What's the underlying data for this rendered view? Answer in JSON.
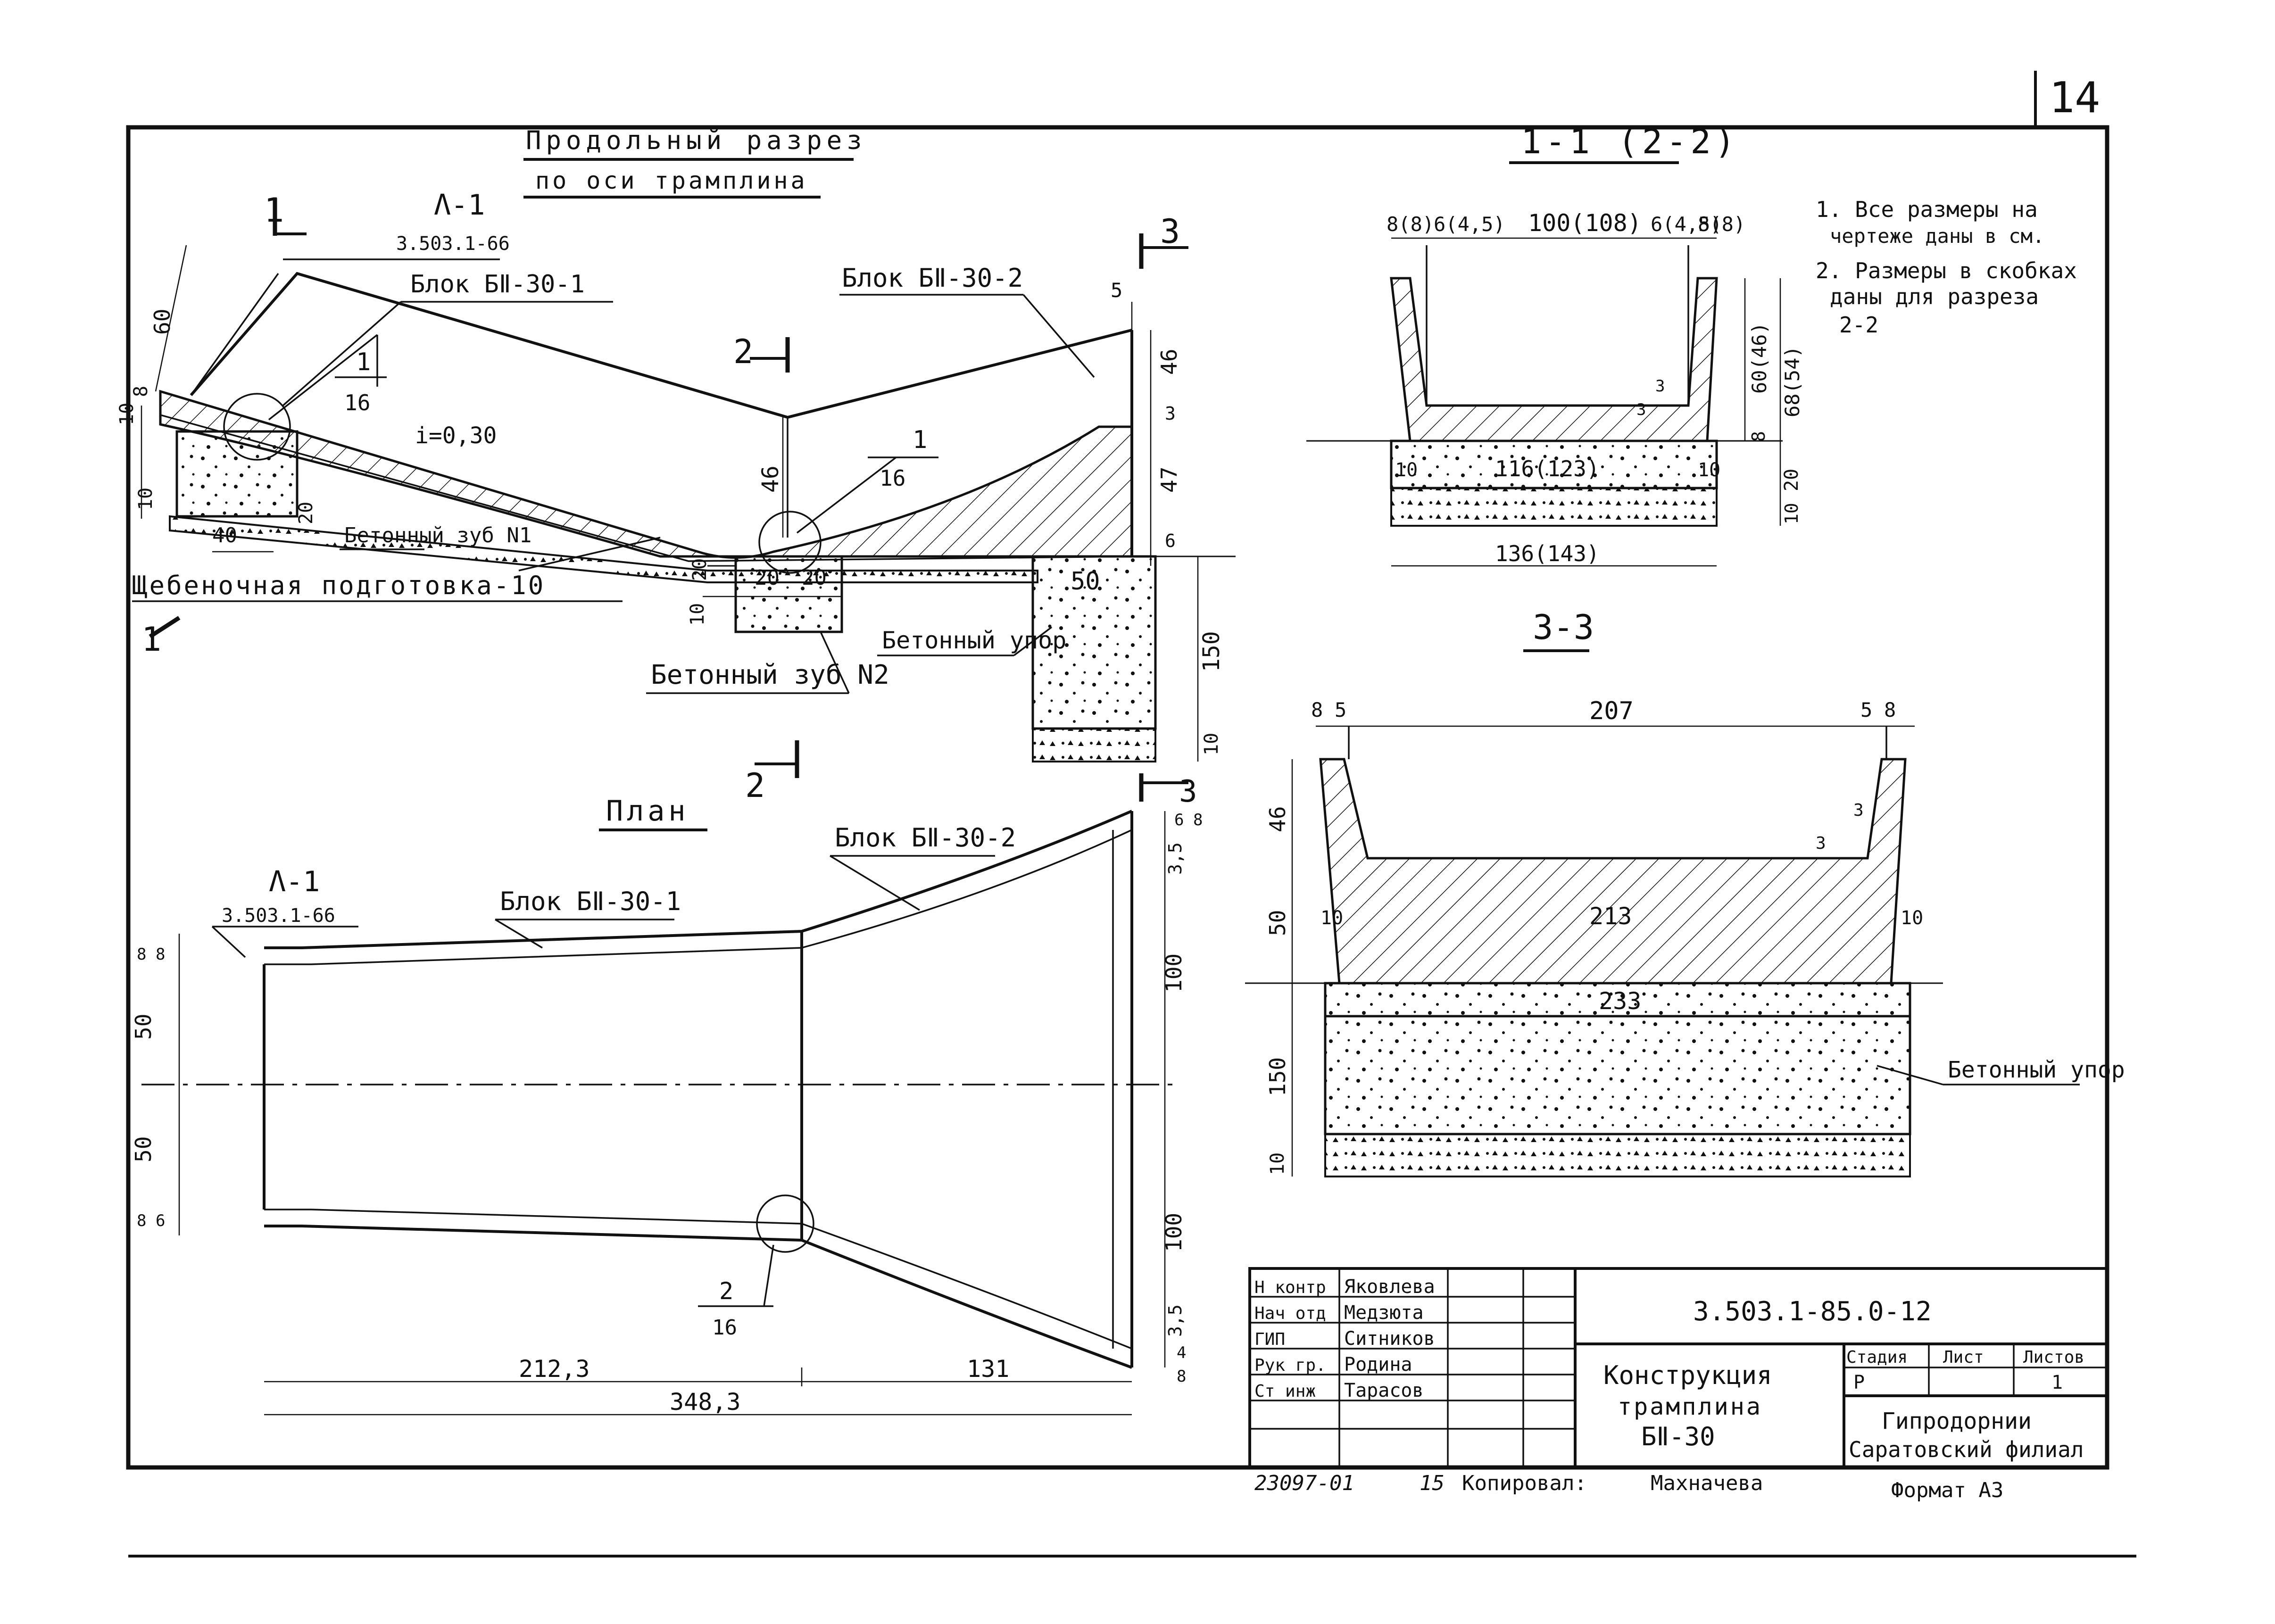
{
  "sheet": {
    "number": "14",
    "border": "#111111",
    "paper": "#ffffff"
  },
  "long_section": {
    "title_line1": "Продольный разрез",
    "title_line2": "по оси трамплина",
    "ref_a1": "Λ-1",
    "ref_a1_doc": "3.503.1-66",
    "block1": "Блок БⅡ-30-1",
    "block2": "Блок БⅡ-30-2",
    "callout1_num": "1",
    "callout1_den": "16",
    "callout1b_num": "1",
    "callout1b_den": "16",
    "slope": "i=0,30",
    "tooth1": "Бетонный зуб N1",
    "tooth2": "Бетонный зуб N2",
    "gravel": "Щебеночная подготовка-10",
    "stop": "Бетонный упор",
    "dims": [
      "60",
      "10",
      "8",
      "10",
      "40",
      "20",
      "46",
      "20",
      "20",
      "20",
      "10",
      "5",
      "46",
      "3",
      "47",
      "6",
      "50",
      "150",
      "10"
    ],
    "cut1": "1",
    "cut2": "2",
    "cut3": "3"
  },
  "section_11": {
    "title": "1-1 (2-2)",
    "dims_top": [
      "8(8)",
      "6(4,5)",
      "100(108)",
      "6(4,5)",
      "8(8)"
    ],
    "dims_side": [
      "60(46)",
      "68(54)",
      "3",
      "3",
      "8",
      "20",
      "10"
    ],
    "dim_inner": "116(123)",
    "dim_bottom": "136(143)",
    "dim_pads": [
      "10",
      "10"
    ]
  },
  "notes": {
    "n1": "1. Все размеры на",
    "n1b": "чертеже даны в см.",
    "n2": "2. Размеры в скобках",
    "n2b": "даны для разреза",
    "n2c": "2-2"
  },
  "section_33": {
    "title": "3-3",
    "dims_top": [
      "8",
      "5",
      "207",
      "5",
      "8"
    ],
    "dims_side": [
      "46",
      "50",
      "150",
      "10"
    ],
    "dim_small": [
      "3",
      "3"
    ],
    "dim_inner": "213",
    "dim_base": "233",
    "dim_pads": [
      "10",
      "10"
    ],
    "stop": "Бетонный упор"
  },
  "plan": {
    "title": "План",
    "ref_a1": "Λ-1",
    "ref_a1_doc": "3.503.1-66",
    "block1": "Блок БⅡ-30-1",
    "block2": "Блок БⅡ-30-2",
    "callout2_num": "2",
    "callout2_den": "16",
    "dims_left": [
      "8",
      "8",
      "50",
      "50",
      "8",
      "6"
    ],
    "dims_right": [
      "6",
      "8",
      "3,5",
      "100",
      "100",
      "3,5",
      "4",
      "8"
    ],
    "dim_a": "212,3",
    "dim_b": "131",
    "dim_total": "348,3",
    "cut3": "3"
  },
  "title_block": {
    "rows": [
      {
        "role": "Н контр",
        "name": "Яковлева"
      },
      {
        "role": "Нач отд",
        "name": "Медзюта"
      },
      {
        "role": "ГИП",
        "name": "Ситников"
      },
      {
        "role": "Рук гр.",
        "name": "Родина"
      },
      {
        "role": "Ст инж",
        "name": "Тарасов"
      }
    ],
    "code": "3.503.1-85.0-12",
    "name_line1": "Конструкция",
    "name_line2": "трамплина",
    "name_line3": "БⅡ-30",
    "col_stage": "Стадия",
    "col_sheet": "Лист",
    "col_sheets": "Листов",
    "stage": "Р",
    "sheets": "1",
    "org1": "Гипродорнии",
    "org2": "Саратовский филиал"
  },
  "footer": {
    "inv": "23097-01",
    "sheet": "15",
    "copied": "Копировал:",
    "copier": "Махначева",
    "format": "Формат А3"
  }
}
